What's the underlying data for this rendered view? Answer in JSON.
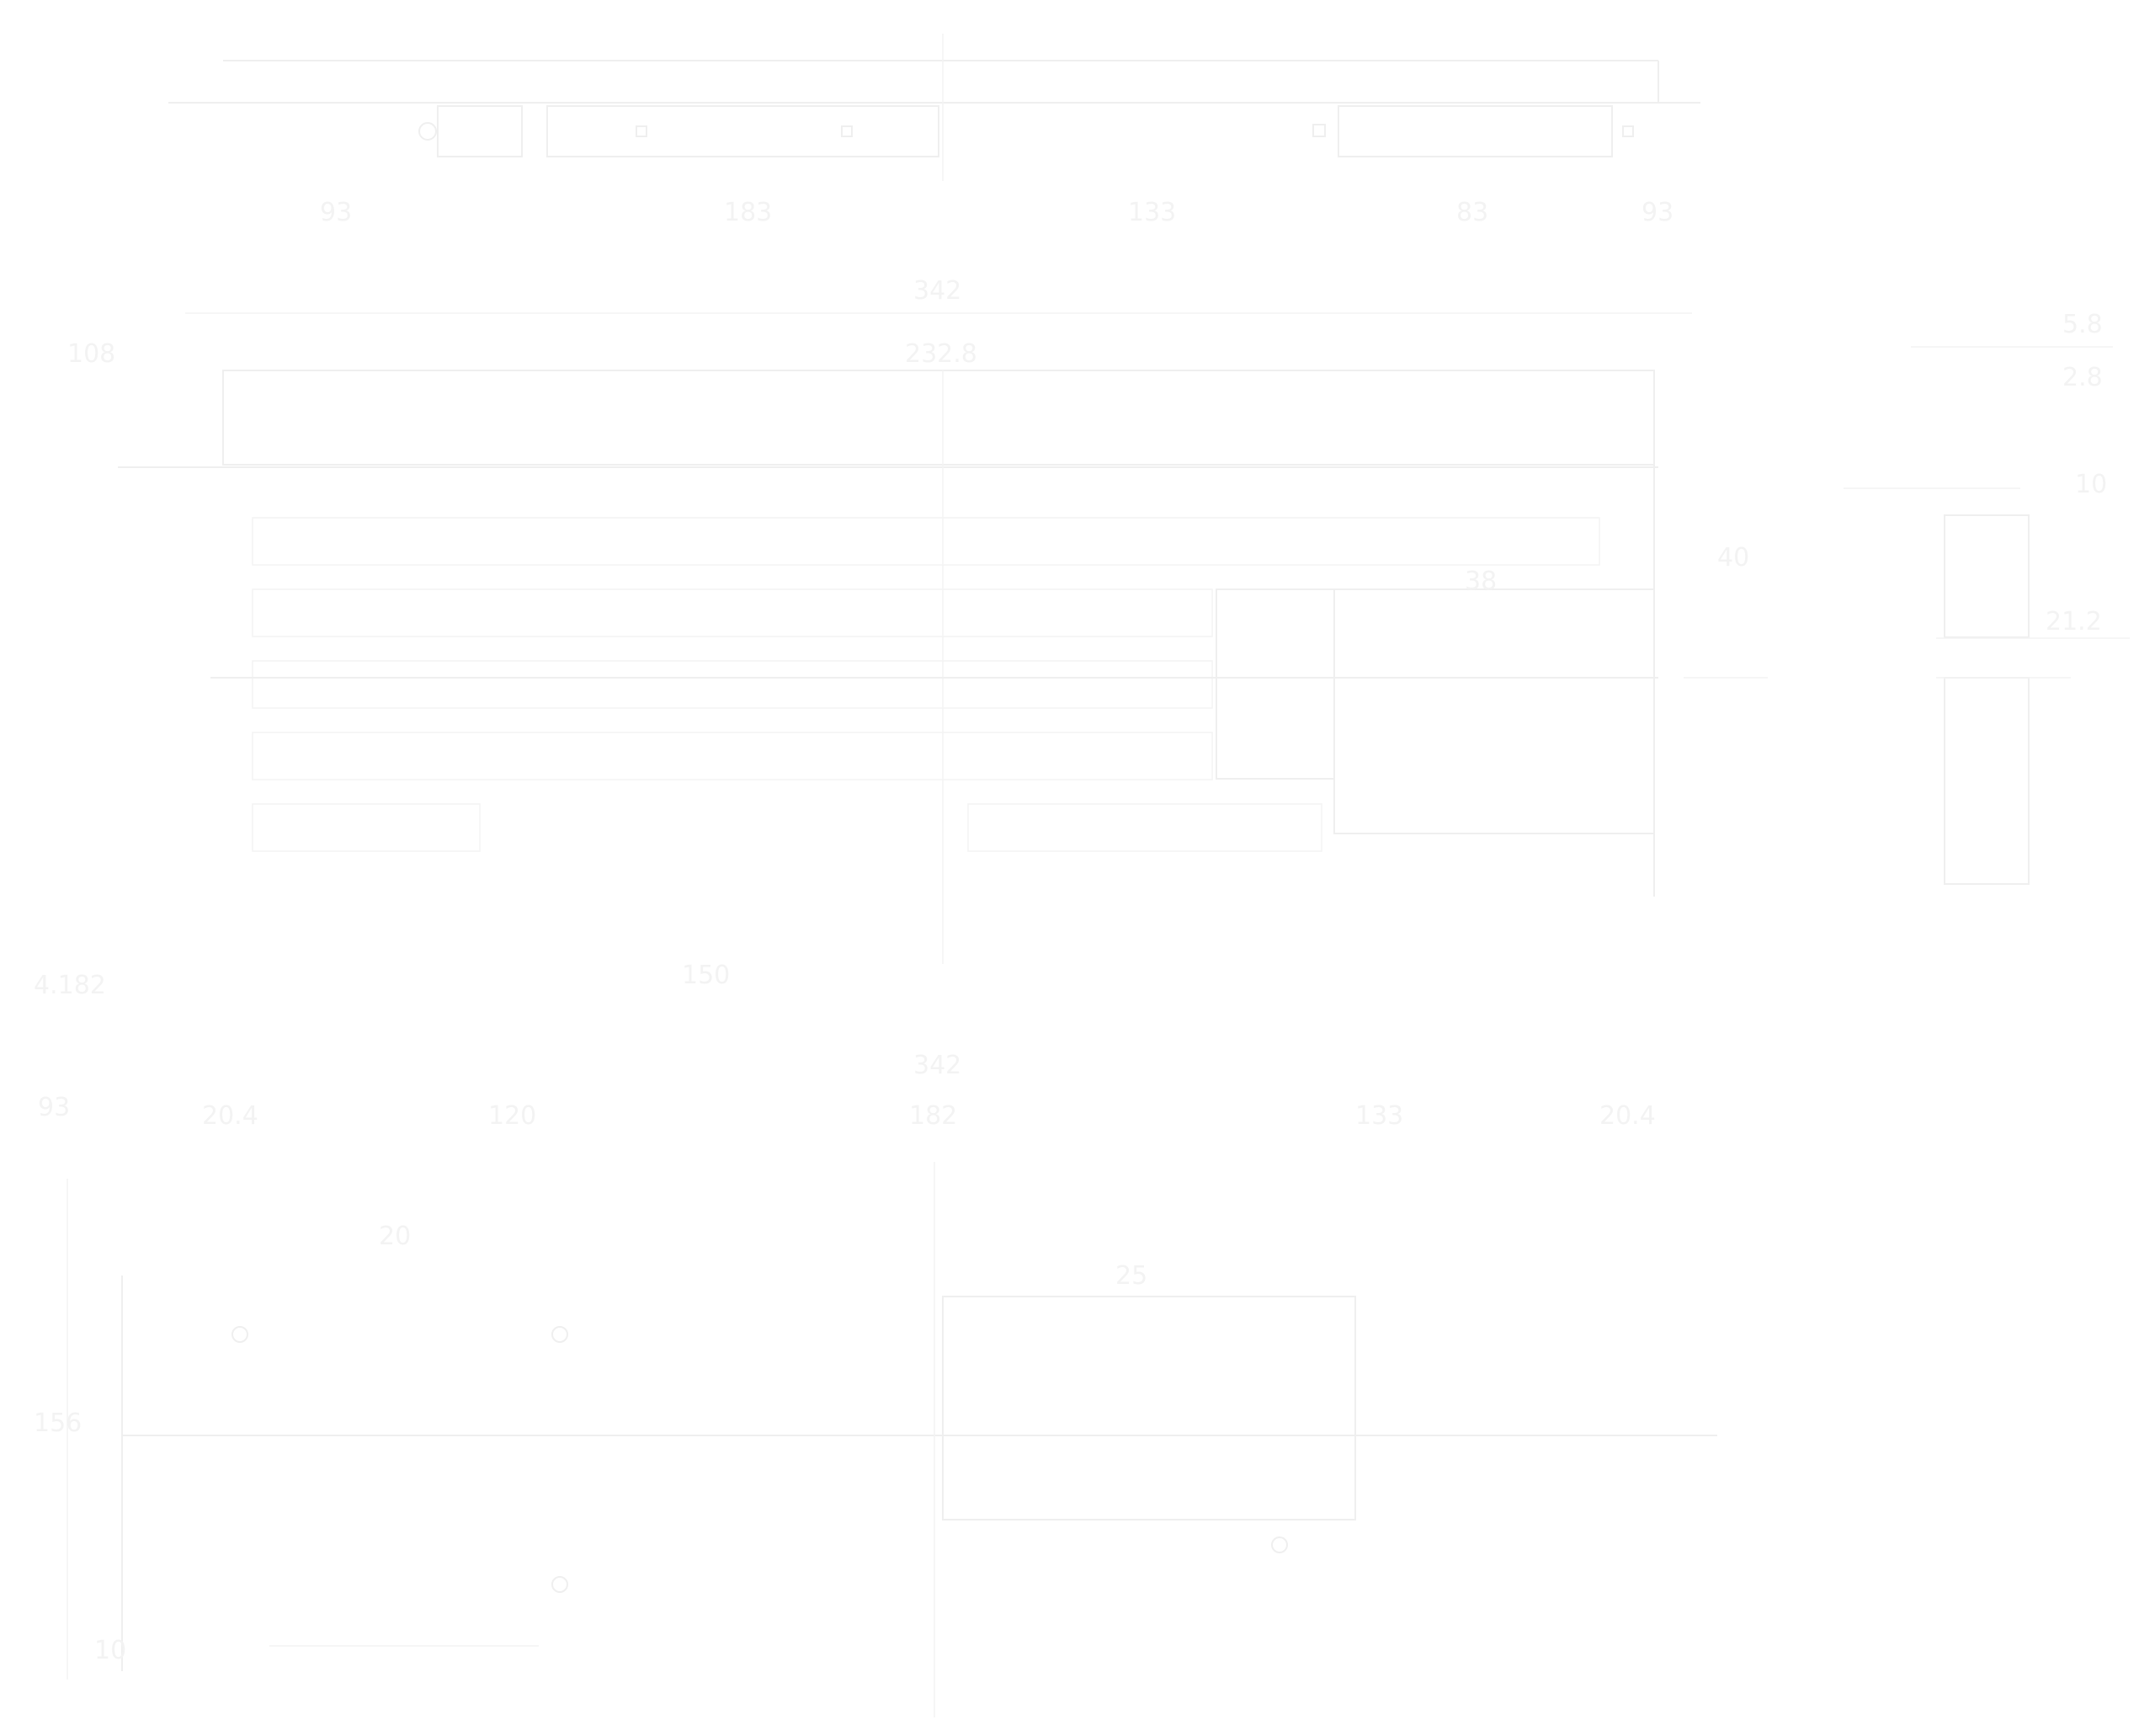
{
  "colors": {
    "background": "#ffffff",
    "linework": "#efefef",
    "text": "#f3f3f3"
  },
  "labels": {
    "top_dim_left_1": "93",
    "top_dim_left_2": "183",
    "top_dim_right_1": "133",
    "top_dim_right_2": "83",
    "top_dim_far_right": "93",
    "mid_overall": "342",
    "mid_inner": "232.8",
    "mid_left": "108",
    "mid_right_a": "5.8",
    "mid_right_b": "2.8",
    "mid_right_c": "10",
    "mid_right_d": "21.2",
    "mid_right_e": "40",
    "mid_side": "38",
    "bottom_overall": "342",
    "bottom_left": "93",
    "bottom_dims_1": "20.4",
    "bottom_dims_2": "120",
    "bottom_dims_3": "182",
    "bottom_dims_4": "133",
    "bottom_dims_5": "20.4",
    "bottom_inner_1": "20",
    "bottom_inner_2": "25",
    "bottom_left_side": "156",
    "left_side_bottom": "10",
    "left_margin_1": "4.182",
    "center_note": "150"
  }
}
